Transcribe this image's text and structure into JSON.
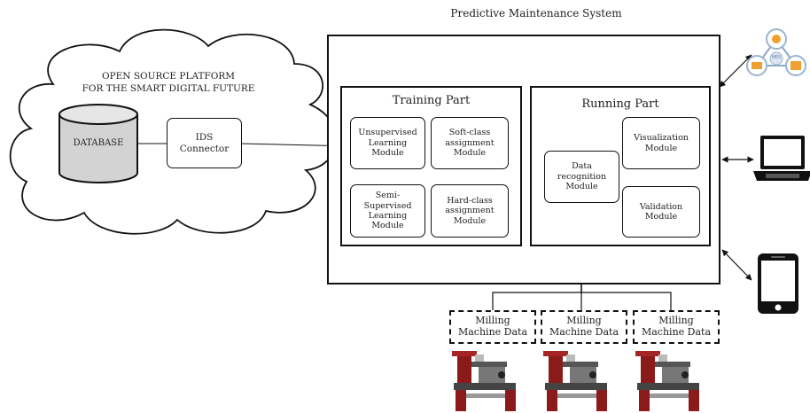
{
  "system_title": "Predictive Maintenance System",
  "cloud": {
    "title_line1": "OPEN SOURCE PLATFORM",
    "title_line2": "FOR THE SMART DIGITAL FUTURE",
    "database_label": "DATABASE",
    "connector_line1": "IDS",
    "connector_line2": "Connector"
  },
  "training": {
    "title": "Training Part",
    "modules": [
      {
        "lines": [
          "Unsupervised",
          "Learning",
          "Module"
        ]
      },
      {
        "lines": [
          "Soft-class",
          "assignment",
          "Module"
        ]
      },
      {
        "lines": [
          "Semi-",
          "Supervised",
          "Learning",
          "Module"
        ]
      },
      {
        "lines": [
          "Hard-class",
          "assignment",
          "Module"
        ]
      }
    ]
  },
  "running": {
    "title": "Running Part",
    "modules": [
      {
        "lines": [
          "Data",
          "recognition",
          "Module"
        ]
      },
      {
        "lines": [
          "Visualization",
          "Module"
        ]
      },
      {
        "lines": [
          "Validation",
          "Module"
        ]
      }
    ]
  },
  "machines": [
    {
      "line1": "Milling",
      "line2": "Machine Data"
    },
    {
      "line1": "Milling",
      "line2": "Machine Data"
    },
    {
      "line1": "Milling",
      "line2": "Machine Data"
    }
  ],
  "mes_label": "MES",
  "colors": {
    "feedback": "#d62020",
    "gear": "#111111",
    "db_fill": "#d3d3d3",
    "mes_orange": "#f0a030"
  },
  "icons": [
    "gears-icon",
    "mes-network-icon",
    "laptop-icon",
    "smartphone-icon",
    "milling-machine-icon"
  ]
}
